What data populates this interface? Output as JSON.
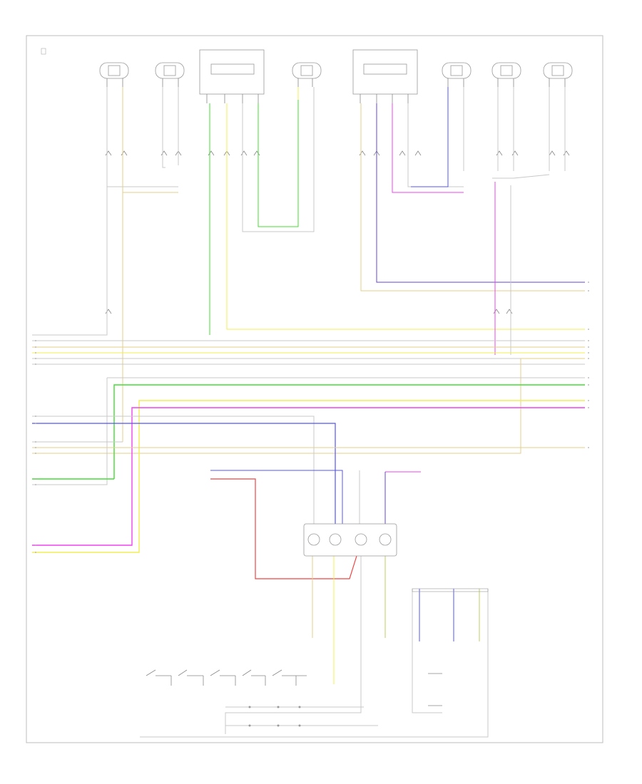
{
  "diagram": {
    "footer_code": "",
    "notes": {
      "top_left": ""
    },
    "speakers_top": [
      {
        "id": "spk1",
        "label": ""
      },
      {
        "id": "spk2",
        "label": ""
      },
      {
        "id": "spk3",
        "label": ""
      },
      {
        "id": "spk4",
        "label": ""
      },
      {
        "id": "spk5",
        "label": ""
      },
      {
        "id": "spk6",
        "label": ""
      }
    ],
    "modules_top": [
      {
        "id": "mod-left",
        "label": ""
      },
      {
        "id": "mod-right",
        "label": ""
      }
    ],
    "amplifier": {
      "label": ""
    },
    "connector_right": {
      "label": ""
    },
    "wire_colors": {
      "green": "#44dd33",
      "yellow": "#f2ef55",
      "tan": "#e6cf8a",
      "blue": "#5555ee",
      "violet": "#6644cc",
      "magenta": "#ee44ee",
      "red": "#ee4444",
      "olive": "#bfcf5f",
      "gray": "#c8c8c8",
      "orange": "#d8b060"
    }
  }
}
